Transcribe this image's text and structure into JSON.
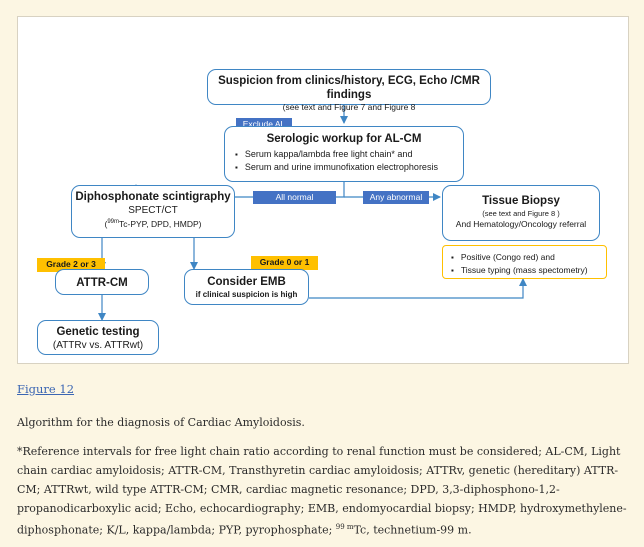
{
  "flowchart": {
    "suspicion": {
      "title": "Suspicion from clinics/history, ECG, Echo /CMR findings",
      "sub": "(see text and Figure 7 and Figure 8"
    },
    "exclude_al_tag": "Exclude AL",
    "serologic": {
      "title": "Serologic workup for AL-CM",
      "items": [
        "Serum kappa/lambda free light chain* and",
        "Serum and urine immunofixation electrophoresis"
      ]
    },
    "all_normal_tag": "All normal",
    "any_abnormal_tag": "Any abnormal",
    "diphosphonate": {
      "title": "Diphosphonate scintigraphy",
      "line1": "SPECT/CT",
      "line2_sup": "99m",
      "line2": "Tc-PYP, DPD, HMDP)"
    },
    "biopsy": {
      "title": "Tissue Biopsy",
      "sub": "(see text and Figure 8 )",
      "line2": "And Hematology/Oncology referral"
    },
    "biopsy_details": [
      "Positive (Congo red) and",
      "Tissue typing (mass spectometry)"
    ],
    "grade23_tag": "Grade 2 or 3",
    "grade01_tag": "Grade 0 or 1",
    "attr_cm": {
      "title": "ATTR-CM"
    },
    "consider_emb": {
      "title": "Consider EMB",
      "sub": "if clinical suspicion is high"
    },
    "genetic": {
      "title": "Genetic testing",
      "sub": "(ATTRv vs. ATTRwt)"
    },
    "colors": {
      "box_border": "#3f86c4",
      "arrow": "#3f86c4",
      "blue_tag": "#4472c4",
      "gold_tag": "#ffc000",
      "detail_border": "#ffc000"
    }
  },
  "caption": {
    "link": "Figure 12",
    "title": "Algorithm for the diagnosis of Cardiac Amyloidosis.",
    "footnote_main": "*Reference intervals for free light chain ratio according to renal function must be considered; AL-CM, Light chain cardiac amyloidosis; ATTR-CM, Transthyretin cardiac amyloidosis; ATTRv, genetic (hereditary) ATTR-CM; ATTRwt, wild type ATTR-CM; CMR, cardiac magnetic resonance; DPD, 3,3-diphosphono-1,2-propanodicarboxylic acid; Echo, echocardiography; EMB, endomyocardial biopsy; HMDP, hydroxymethylene-diphosphonate; K/L, kappa/lambda; PYP, pyrophosphate; ",
    "footnote_sup": "99 m",
    "footnote_tail": "Tc, technetium-99 m."
  }
}
